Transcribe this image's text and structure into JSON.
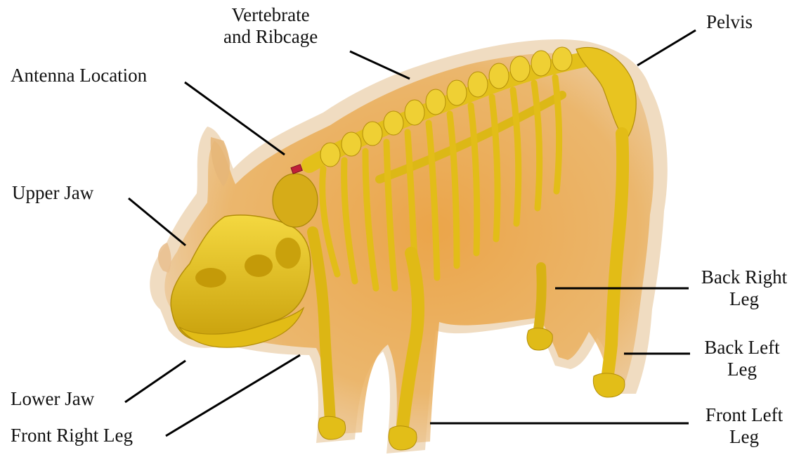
{
  "labels": {
    "vertebrate_line1": "Vertebrate",
    "vertebrate_line2": "and Ribcage",
    "pelvis": "Pelvis",
    "antenna_location": "Antenna Location",
    "upper_jaw": "Upper Jaw",
    "lower_jaw": "Lower Jaw",
    "front_right_leg": "Front Right Leg",
    "back_right_line1": "Back Right",
    "back_right_line2": "Leg",
    "back_left_line1": "Back Left",
    "back_left_line2": "Leg",
    "front_left_line1": "Front Left",
    "front_left_line2": "Leg"
  },
  "colors": {
    "flesh_outer": "#e9c9a0",
    "flesh_inner": "#e8a848",
    "bone": "#e6c41c",
    "bone_shadow": "#b89208",
    "antenna": "#c0203a",
    "leader": "#000000"
  }
}
